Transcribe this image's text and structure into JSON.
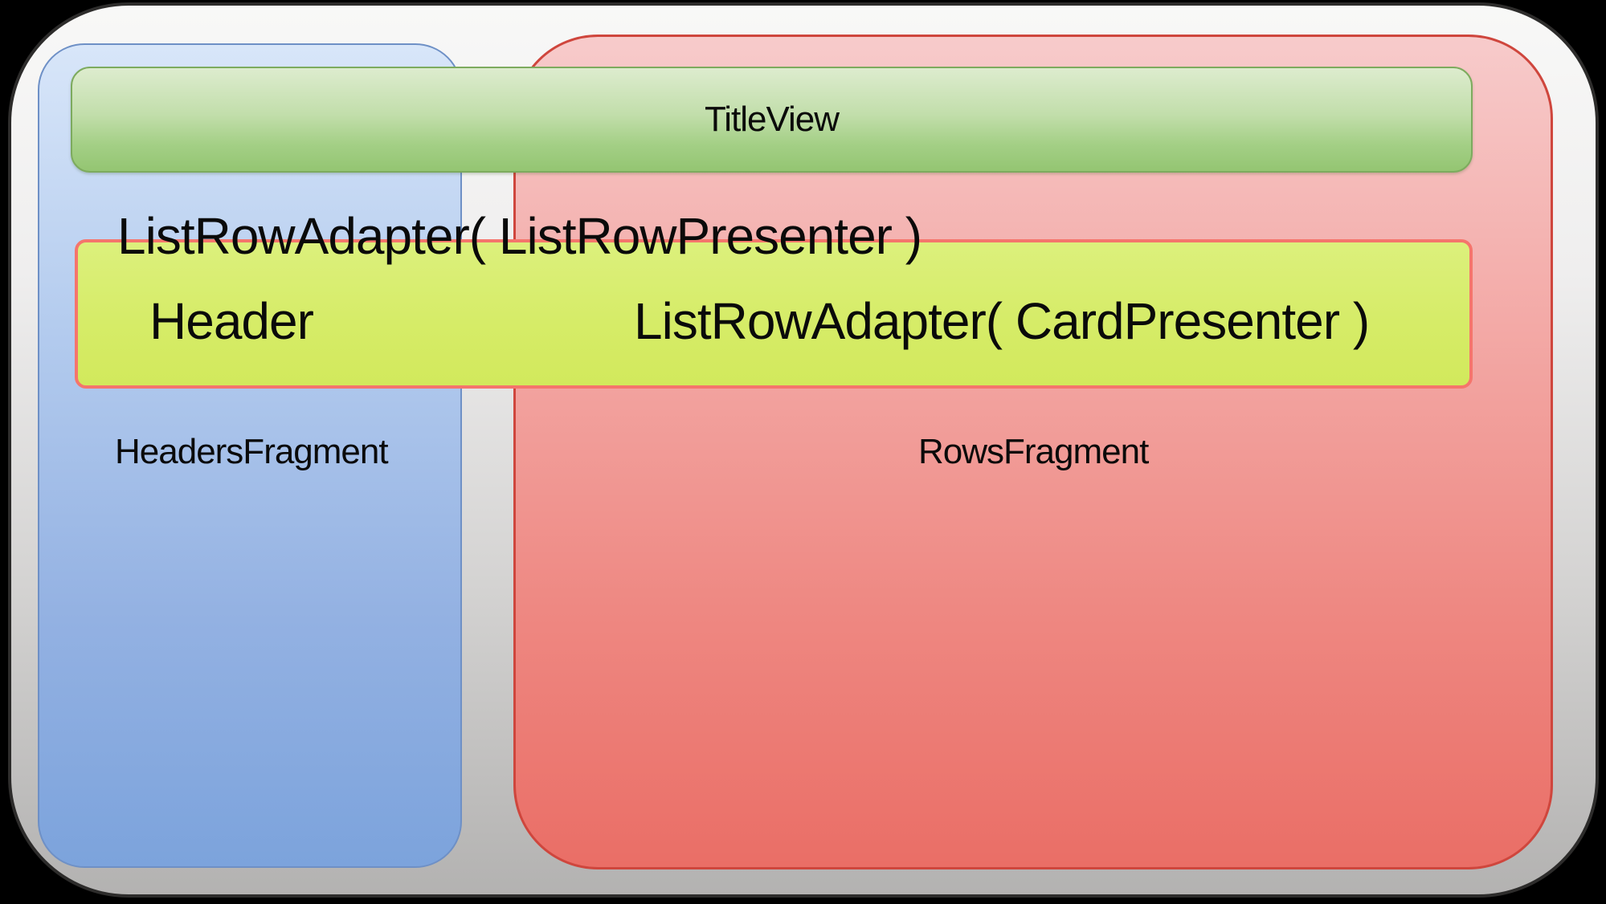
{
  "diagram": {
    "title_view": {
      "label": "TitleView"
    },
    "headers_fragment": {
      "label": "HeadersFragment"
    },
    "rows_fragment": {
      "label": "RowsFragment"
    },
    "list_row_adapter_presenter": {
      "label": "ListRowAdapter( ListRowPresenter )"
    },
    "header_cell": {
      "label": "Header"
    },
    "list_row_adapter_card": {
      "label": "ListRowAdapter( CardPresenter )"
    }
  },
  "colors": {
    "page_background": "#000000",
    "frame_fill_top": "#f8f8f7",
    "frame_fill_bottom": "#b3b2b1",
    "frame_border": "#2d2c2b",
    "headers_panel_fill_top": "#d8e6f9",
    "headers_panel_fill_bottom": "#7ca3dc",
    "headers_panel_border": "#6e90c6",
    "rows_panel_fill_top": "#f7cbcb",
    "rows_panel_fill_bottom": "#ea6e66",
    "rows_panel_border": "#cf463d",
    "title_bar_fill_top": "#ddecce",
    "title_bar_fill_bottom": "#94c572",
    "title_bar_border": "#7dab5e",
    "listrow_strip_fill": "#d6ec68",
    "listrow_strip_border": "#f5756c",
    "text": "#0a0a0a"
  }
}
